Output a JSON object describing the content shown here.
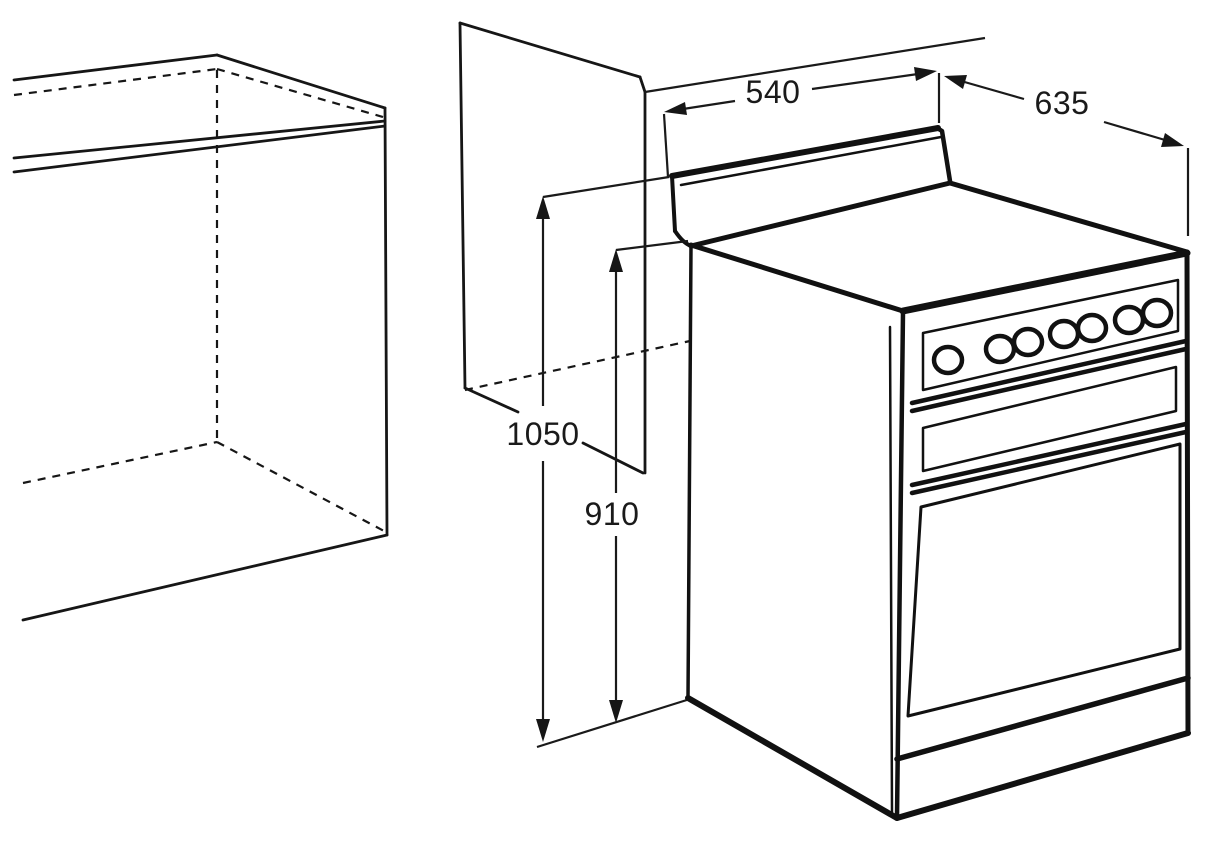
{
  "figure": {
    "kind": "appliance installation line drawing",
    "subject": "freestanding cooker beside bench cutout and side panel",
    "background_color": "#ffffff",
    "line_color": "#161616"
  },
  "dimensions": {
    "width_top": {
      "value": "540"
    },
    "depth_top": {
      "value": "635"
    },
    "height_overall": {
      "value": "1050"
    },
    "height_hob": {
      "value": "910"
    }
  },
  "cooker": {
    "knob_count": 7,
    "components": [
      "splashback",
      "hob-top",
      "control-panel",
      "grill-door",
      "oven-door",
      "kick-panel"
    ]
  },
  "scene": {
    "components": [
      "bench-cutout-cabinet",
      "benchtop",
      "side-panel",
      "floor-line",
      "wall-line"
    ]
  }
}
